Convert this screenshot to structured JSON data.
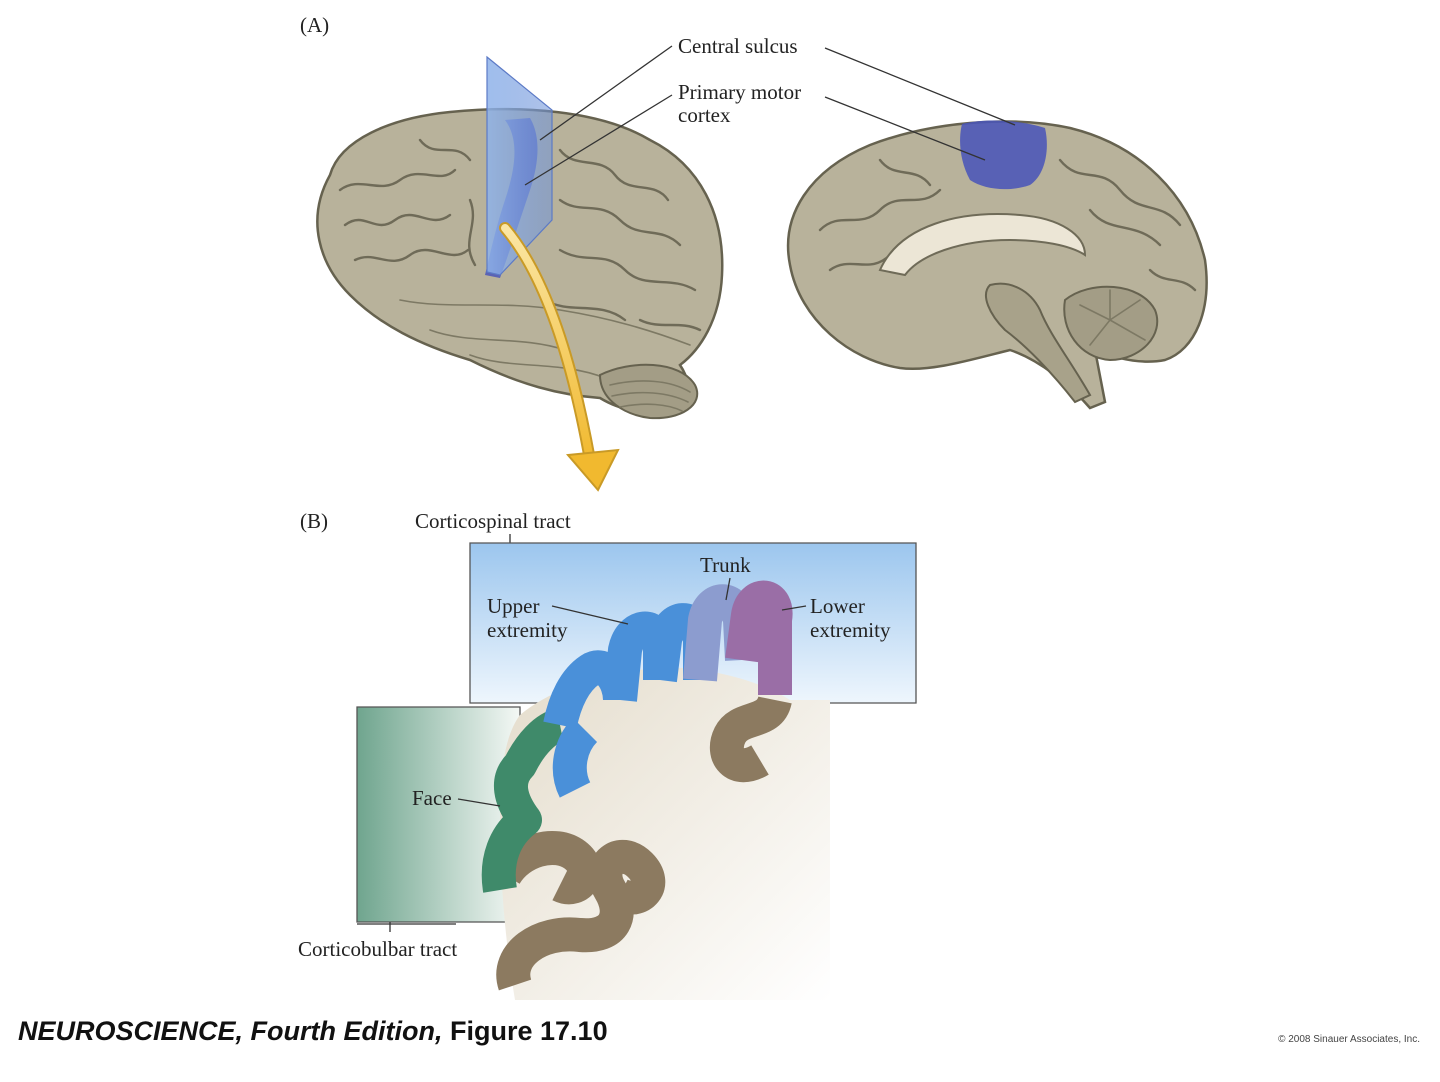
{
  "panel_a": {
    "label": "(A)",
    "central_sulcus_label": "Central sulcus",
    "primary_motor_label_line1": "Primary motor",
    "primary_motor_label_line2": "cortex"
  },
  "panel_b": {
    "label": "(B)",
    "corticospinal_label": "Corticospinal tract",
    "trunk_label": "Trunk",
    "upper_label_line1": "Upper",
    "upper_label_line2": "extremity",
    "lower_label_line1": "Lower",
    "lower_label_line2": "extremity",
    "face_label": "Face",
    "corticobulbar_label": "Corticobulbar tract"
  },
  "caption": {
    "book": "NEUROSCIENCE, Fourth Edition,",
    "figure": "Figure 17.10"
  },
  "copyright": "© 2008 Sinauer Associates, Inc.",
  "colors": {
    "brain_fill": "#b8b29b",
    "motor_cortex": "#4a55b8",
    "face": "#3f8a6a",
    "upper_extremity": "#4a90d9",
    "trunk": "#8c9ccf",
    "lower_extremity": "#9a6ea6",
    "gray_matter": "#8c7a60",
    "corticospinal_box": "#bcd9f3",
    "corticobulbar_box": "#7fb09a",
    "arrow": "#f5c451"
  }
}
